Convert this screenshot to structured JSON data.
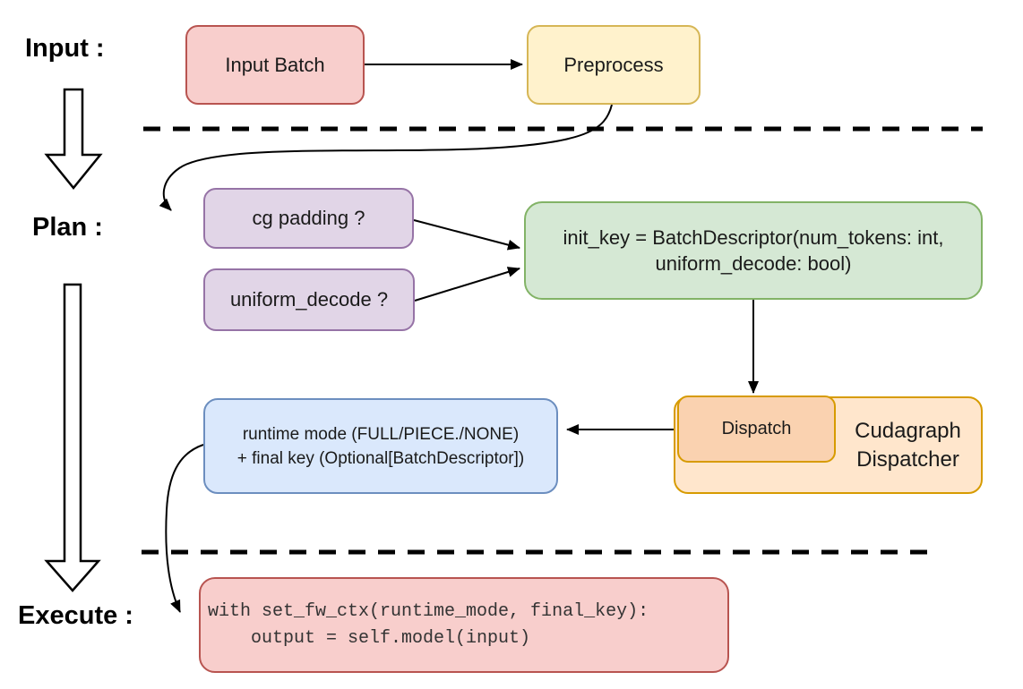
{
  "diagram": {
    "title_hint": "cudagraph dispatch pipeline flowchart",
    "stages": {
      "input_label": "Input :",
      "plan_label": "Plan :",
      "execute_label": "Execute :"
    },
    "nodes": {
      "input_batch": {
        "label": "Input Batch"
      },
      "preprocess": {
        "label": "Preprocess"
      },
      "cg_padding": {
        "label": "cg padding ?"
      },
      "uniform_decode": {
        "label": "uniform_decode ?"
      },
      "init_key": {
        "line1": "init_key = BatchDescriptor(num_tokens: int,",
        "line2": "uniform_decode: bool)"
      },
      "dispatch": {
        "label": "Dispatch"
      },
      "cudagraph_dispatcher": {
        "line1": "Cudagraph",
        "line2": "Dispatcher"
      },
      "runtime_mode": {
        "line1": "runtime mode (FULL/PIECE./NONE)",
        "line2": "+ final key (Optional[BatchDescriptor])"
      },
      "execute_code": {
        "line1": "with set_fw_ctx(runtime_mode, final_key):",
        "line2": "    output = self.model(input)"
      }
    },
    "palette": {
      "red_fill": "#f8cecc",
      "red_stroke": "#b85450",
      "yellow_fill": "#fff2cc",
      "yellow_stroke": "#d6b656",
      "purple_fill": "#e1d5e7",
      "purple_stroke": "#9673a6",
      "green_fill": "#d5e8d4",
      "green_stroke": "#82b366",
      "blue_fill": "#dae8fc",
      "blue_stroke": "#6c8ebf",
      "orange_fill": "#ffe6cc",
      "orange_inner_fill": "#fad2b0",
      "orange_stroke": "#d79b00",
      "connector": "#000000"
    }
  }
}
